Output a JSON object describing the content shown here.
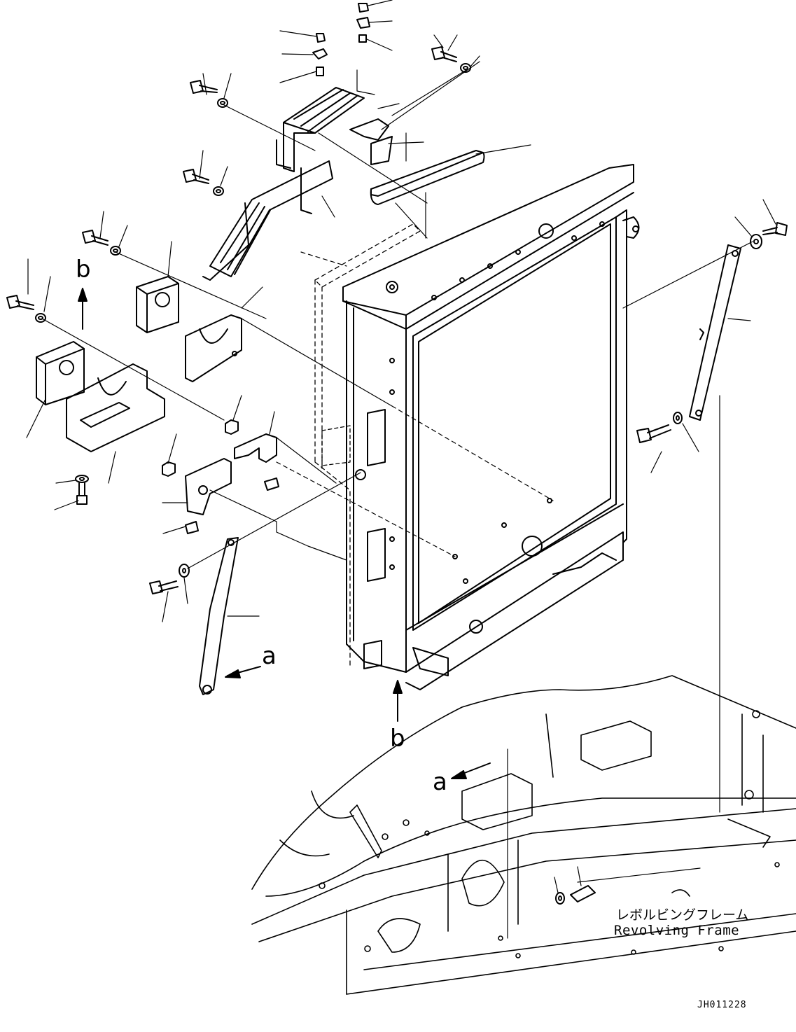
{
  "labels": {
    "view_a_top": "a",
    "view_a_bottom": "a",
    "view_b_left": "b",
    "view_b_bottom": "b"
  },
  "frame_label_jp": "レボルビングフレーム",
  "frame_label_en": "Revolving Frame",
  "drawing_number": "JH011228"
}
